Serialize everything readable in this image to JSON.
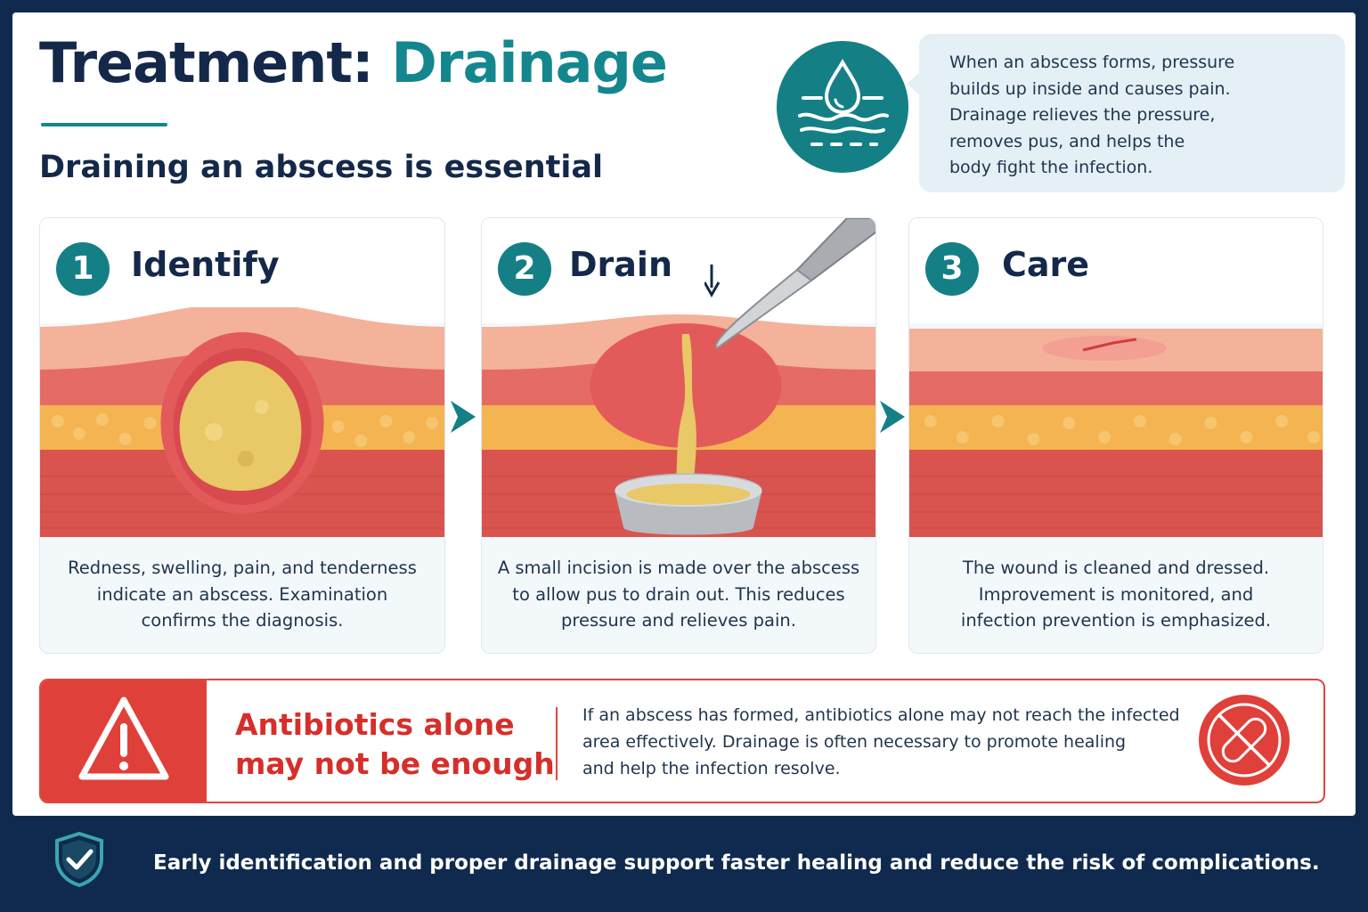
{
  "header": {
    "title_part1": "Treatment:",
    "title_part2": "Drainage",
    "subtitle": "Draining an abscess is essential"
  },
  "info": {
    "text_lines": [
      "When an abscess forms, pressure",
      "builds up inside and causes pain.",
      "Drainage relieves the pressure,",
      "removes pus, and helps the",
      "body fight the infection."
    ]
  },
  "steps": [
    {
      "number": "1",
      "title": "Identify",
      "lines": [
        "Redness, swelling, pain, and tenderness",
        "indicate an abscess. Examination",
        "confirms the diagnosis."
      ]
    },
    {
      "number": "2",
      "title": "Drain",
      "lines": [
        "A small incision is made over the abscess",
        "to allow pus to drain out. This reduces",
        "pressure and relieves pain."
      ]
    },
    {
      "number": "3",
      "title": "Care",
      "lines": [
        "The wound is cleaned and dressed.",
        "Improvement is monitored, and",
        "infection prevention is emphasized."
      ]
    }
  ],
  "warning": {
    "title_line1": "Antibiotics alone",
    "title_line2": "may not be enough",
    "text_lines": [
      "If an abscess has formed, antibiotics alone may not reach the infected",
      "area effectively. Drainage is often necessary to promote healing",
      "and help the infection resolve."
    ]
  },
  "footer": {
    "text": "Early identification and proper drainage support faster healing and reduce the risk of complications."
  },
  "icons": {
    "drop": "water-drop-icon",
    "warning": "warning-triangle-icon",
    "no_pill": "no-pill-icon",
    "shield": "shield-check-icon",
    "arrow": "arrow-right-icon"
  },
  "colors": {
    "navy": "#14284a",
    "teal": "#13878d",
    "red": "#e0403a",
    "footer_bg": "#0f2a4e"
  }
}
